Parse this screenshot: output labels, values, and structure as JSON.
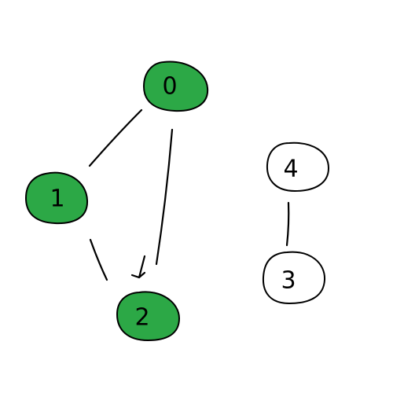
{
  "diagram": {
    "type": "graph",
    "colors": {
      "visited": "#2ca846",
      "unvisited": "#ffffff",
      "stroke": "#000000"
    },
    "nodes": [
      {
        "id": "0",
        "label": "0",
        "visited": true
      },
      {
        "id": "1",
        "label": "1",
        "visited": true
      },
      {
        "id": "2",
        "label": "2",
        "visited": true
      },
      {
        "id": "3",
        "label": "3",
        "visited": false
      },
      {
        "id": "4",
        "label": "4",
        "visited": false
      }
    ],
    "edges": [
      {
        "from": "0",
        "to": "1",
        "directed": false
      },
      {
        "from": "0",
        "to": "2",
        "directed": true
      },
      {
        "from": "1",
        "to": "2",
        "directed": false
      },
      {
        "from": "4",
        "to": "3",
        "directed": false
      }
    ]
  }
}
